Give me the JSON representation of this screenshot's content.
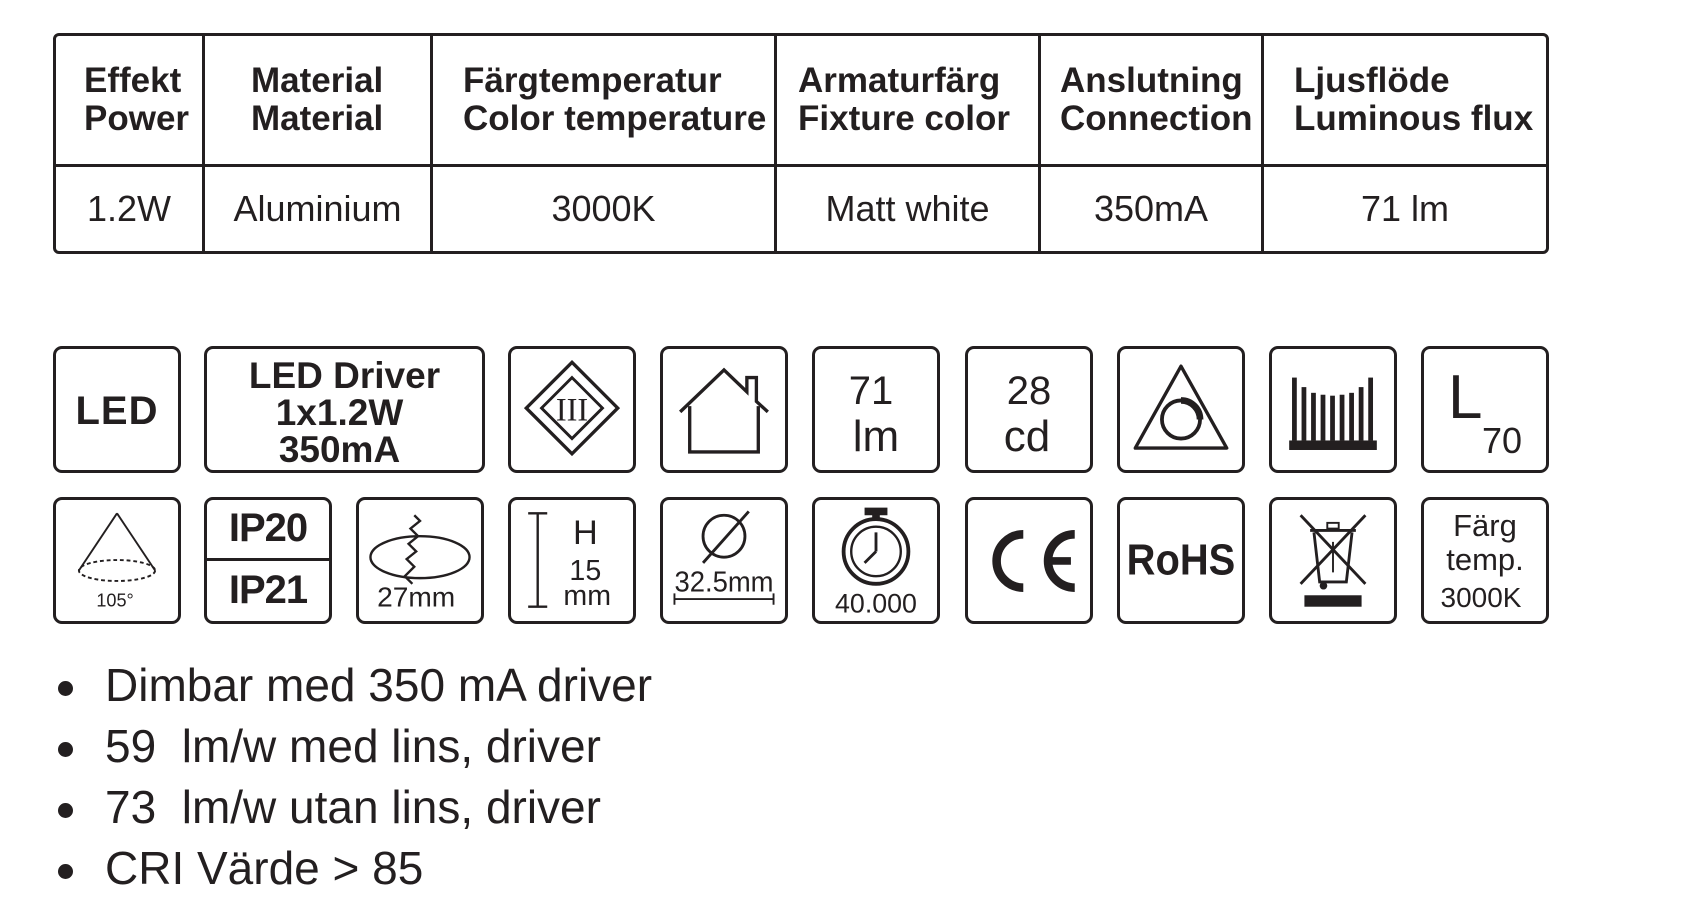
{
  "spec_table": {
    "headers": [
      {
        "sv": "Effekt",
        "en": "Power"
      },
      {
        "sv": "Material",
        "en": "Material"
      },
      {
        "sv": "Färgtemperatur",
        "en": "Color temperature"
      },
      {
        "sv": "Armaturfärg",
        "en": "Fixture color"
      },
      {
        "sv": "Anslutning",
        "en": "Connection"
      },
      {
        "sv": "Ljusflöde",
        "en": "Luminous flux"
      }
    ],
    "values": [
      "1.2W",
      "Aluminium",
      "3000K",
      "Matt white",
      "350mA",
      "71 lm"
    ]
  },
  "icons": {
    "led": "LED",
    "driver": {
      "title": "LED Driver",
      "spec": "1x1.2W",
      "current": "350mA"
    },
    "protection_class": "III",
    "flux": {
      "value": "71",
      "unit": "lm"
    },
    "candela": {
      "value": "28",
      "unit": "cd"
    },
    "lifetime_rating": {
      "letter": "L",
      "value": "70"
    },
    "beam_angle": "105°",
    "ip": {
      "top": "IP20",
      "bottom": "IP21"
    },
    "cutout_depth": "27mm",
    "height": {
      "letter": "H",
      "value": "15",
      "unit": "mm"
    },
    "diameter": "32.5mm",
    "lifetime_hours": "40.000",
    "ce": "CE",
    "rohs": "RoHS",
    "color_temp": {
      "line1": "Färg",
      "line2": "temp.",
      "value": "3000K"
    }
  },
  "icon_names": [
    "led-icon",
    "driver-icon",
    "class-iii-icon",
    "indoor-house-icon",
    "flux-icon",
    "candela-icon",
    "dimmable-icon",
    "heat-sink-icon",
    "l70-icon",
    "beam-angle-icon",
    "ip-rating-icon",
    "cutout-depth-icon",
    "height-icon",
    "diameter-icon",
    "lifetime-icon",
    "ce-mark-icon",
    "rohs-icon",
    "weee-bin-icon",
    "color-temp-icon"
  ],
  "bullets": [
    "Dimbar med 350 mA driver",
    "59  lm/w med lins, driver",
    "73  lm/w utan lins, driver",
    "CRI Värde > 85"
  ],
  "colors": {
    "ink": "#231f20",
    "background": "#ffffff"
  }
}
